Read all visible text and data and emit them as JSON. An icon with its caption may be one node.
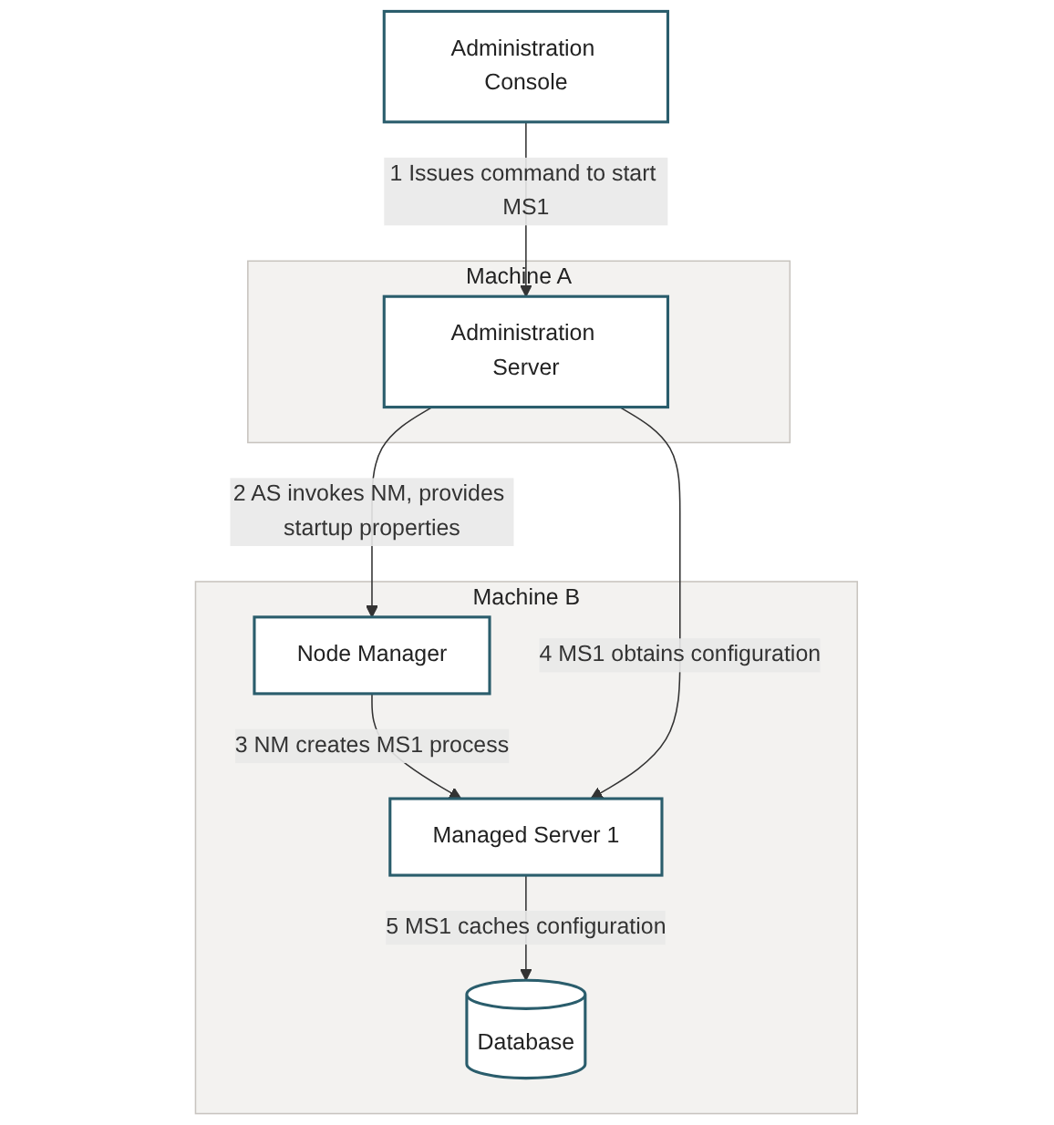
{
  "diagram": {
    "nodes": [
      {
        "text": [
          "Administration Console"
        ]
      },
      {
        "text": [
          "Machine A"
        ]
      },
      {
        "text": [
          "Administration Server"
        ],
        "in": 1
      },
      {
        "text": [
          "Machine B"
        ]
      },
      {
        "text": [
          "Managed Server 1"
        ],
        "in": 3
      },
      {
        "text": [
          "Node Manager"
        ],
        "in": 3
      },
      {
        "text": [
          "Database"
        ],
        "in": 3
      }
    ],
    "edges": [
      {
        "from": 0,
        "to": 2,
        "arrow": "to",
        "label": "1 Issues command to start MS1"
      },
      {
        "from": 2,
        "to": 5,
        "arrow": "to",
        "label": "2 AS invokes NM, provides startup properties"
      },
      {
        "from": 5,
        "to": 4,
        "arrow": "to",
        "label": "3 NM creates MS1 process"
      },
      {
        "from": 2,
        "to": 4,
        "arrow": "to",
        "label": "4 MS1 obtains configuration"
      },
      {
        "from": 4,
        "to": 6,
        "arrow": "to",
        "label": "5 MS1 caches configuration"
      }
    ]
  }
}
